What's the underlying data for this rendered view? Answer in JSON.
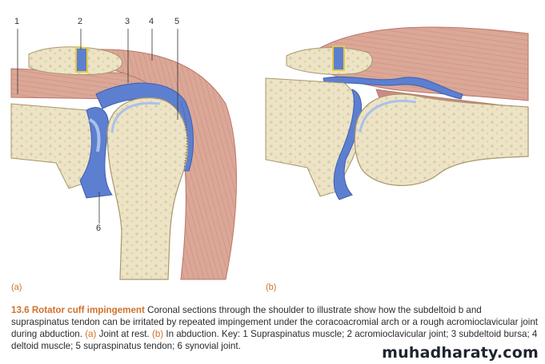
{
  "figure": {
    "panel_a_label": "(a)",
    "panel_b_label": "(b)",
    "callouts": [
      "1",
      "2",
      "3",
      "4",
      "5",
      "6"
    ]
  },
  "caption": {
    "number": "13.6",
    "title": "Rotator cuff impingement",
    "body_1": " Coronal sections through the shoulder to illustrate show how the subdeltoid b and supraspinatus tendon can be irritated by repeated impingement under the coracoacromial arch or a rough acromioclavicular joint during abduction. ",
    "ref_a": "(a)",
    "body_2": " Joint at rest. ",
    "ref_b": "(b)",
    "body_3": " In abduction. Key: 1 Supraspinatus muscle; 2 acromioclavicular joint; 3 subdeltoid bursa; 4 deltoid muscle; 5 supraspinatus tendon; 6 synovial joint."
  },
  "watermark": "muhadharaty.com",
  "colors": {
    "muscle": "#d9a496",
    "muscle_line": "#b9766a",
    "bone": "#ede4c6",
    "bone_line": "#c9b98c",
    "bursa": "#5d7fd0",
    "bursa_light": "#a9c1ea",
    "accent": "#d0712a"
  }
}
